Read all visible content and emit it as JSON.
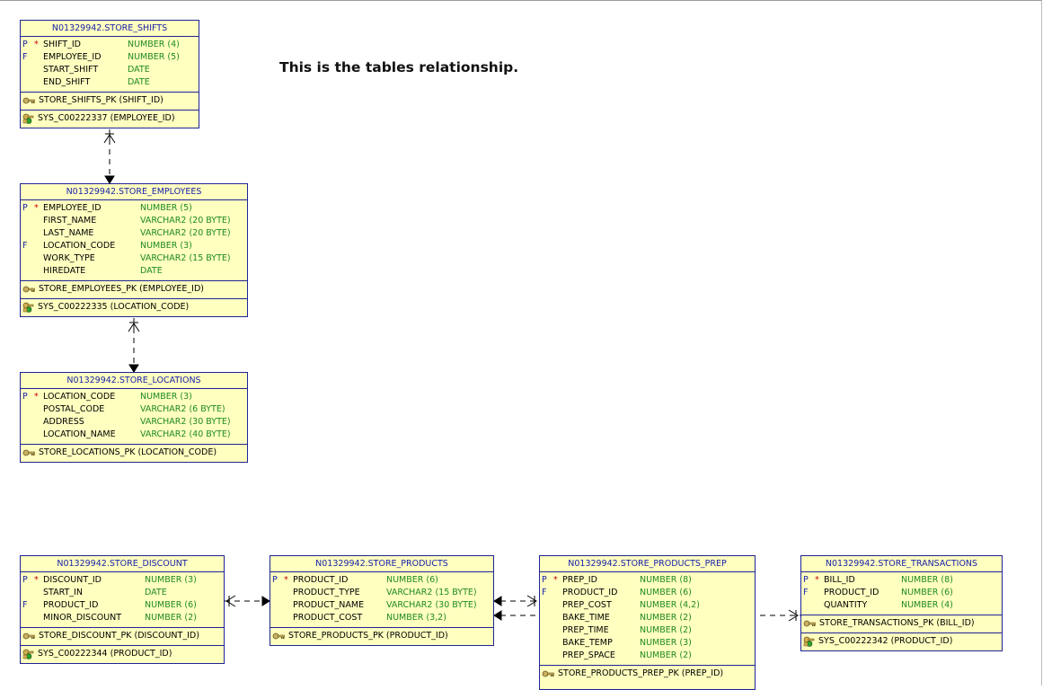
{
  "caption": "This is the tables relationship.",
  "colors": {
    "table_fill": "#ffffc0",
    "table_border": "#1e2496",
    "title_text": "#1a22aa",
    "type_text": "#1e8a1e",
    "mandatory_star": "#cc0000"
  },
  "icons": {
    "primary_key": "key-icon",
    "foreign_key": "foreign-key-icon"
  },
  "tables": {
    "store_shifts": {
      "title": "N01329942.STORE_SHIFTS",
      "columns": [
        {
          "key": "P",
          "star": "*",
          "name": "SHIFT_ID",
          "type": "NUMBER (4)"
        },
        {
          "key": "F",
          "star": "",
          "name": "EMPLOYEE_ID",
          "type": "NUMBER (5)"
        },
        {
          "key": "",
          "star": "",
          "name": "START_SHIFT",
          "type": "DATE"
        },
        {
          "key": "",
          "star": "",
          "name": "END_SHIFT",
          "type": "DATE"
        }
      ],
      "pk": "STORE_SHIFTS_PK (SHIFT_ID)",
      "fks": [
        "SYS_C00222337 (EMPLOYEE_ID)"
      ]
    },
    "store_employees": {
      "title": "N01329942.STORE_EMPLOYEES",
      "columns": [
        {
          "key": "P",
          "star": "*",
          "name": "EMPLOYEE_ID",
          "type": "NUMBER (5)"
        },
        {
          "key": "",
          "star": "",
          "name": "FIRST_NAME",
          "type": "VARCHAR2 (20 BYTE)"
        },
        {
          "key": "",
          "star": "",
          "name": "LAST_NAME",
          "type": "VARCHAR2 (20 BYTE)"
        },
        {
          "key": "F",
          "star": "",
          "name": "LOCATION_CODE",
          "type": "NUMBER (3)"
        },
        {
          "key": "",
          "star": "",
          "name": "WORK_TYPE",
          "type": "VARCHAR2 (15 BYTE)"
        },
        {
          "key": "",
          "star": "",
          "name": "HIREDATE",
          "type": "DATE"
        }
      ],
      "pk": "STORE_EMPLOYEES_PK (EMPLOYEE_ID)",
      "fks": [
        "SYS_C00222335 (LOCATION_CODE)"
      ]
    },
    "store_locations": {
      "title": "N01329942.STORE_LOCATIONS",
      "columns": [
        {
          "key": "P",
          "star": "*",
          "name": "LOCATION_CODE",
          "type": "NUMBER (3)"
        },
        {
          "key": "",
          "star": "",
          "name": "POSTAL_CODE",
          "type": "VARCHAR2 (6 BYTE)"
        },
        {
          "key": "",
          "star": "",
          "name": "ADDRESS",
          "type": "VARCHAR2 (30 BYTE)"
        },
        {
          "key": "",
          "star": "",
          "name": "LOCATION_NAME",
          "type": "VARCHAR2 (40 BYTE)"
        }
      ],
      "pk": "STORE_LOCATIONS_PK (LOCATION_CODE)",
      "fks": []
    },
    "store_discount": {
      "title": "N01329942.STORE_DISCOUNT",
      "columns": [
        {
          "key": "P",
          "star": "*",
          "name": "DISCOUNT_ID",
          "type": "NUMBER (3)"
        },
        {
          "key": "",
          "star": "",
          "name": "START_IN",
          "type": "DATE"
        },
        {
          "key": "F",
          "star": "",
          "name": "PRODUCT_ID",
          "type": "NUMBER (6)"
        },
        {
          "key": "",
          "star": "",
          "name": "MINOR_DISCOUNT",
          "type": "NUMBER (2)"
        }
      ],
      "pk": "STORE_DISCOUNT_PK (DISCOUNT_ID)",
      "fks": [
        "SYS_C00222344 (PRODUCT_ID)"
      ]
    },
    "store_products": {
      "title": "N01329942.STORE_PRODUCTS",
      "columns": [
        {
          "key": "P",
          "star": "*",
          "name": "PRODUCT_ID",
          "type": "NUMBER (6)"
        },
        {
          "key": "",
          "star": "",
          "name": "PRODUCT_TYPE",
          "type": "VARCHAR2 (15 BYTE)"
        },
        {
          "key": "",
          "star": "",
          "name": "PRODUCT_NAME",
          "type": "VARCHAR2 (30 BYTE)"
        },
        {
          "key": "",
          "star": "",
          "name": "PRODUCT_COST",
          "type": "NUMBER (3,2)"
        }
      ],
      "pk": "STORE_PRODUCTS_PK (PRODUCT_ID)",
      "fks": []
    },
    "store_products_prep": {
      "title": "N01329942.STORE_PRODUCTS_PREP",
      "columns": [
        {
          "key": "P",
          "star": "*",
          "name": "PREP_ID",
          "type": "NUMBER (8)"
        },
        {
          "key": "F",
          "star": "",
          "name": "PRODUCT_ID",
          "type": "NUMBER (6)"
        },
        {
          "key": "",
          "star": "",
          "name": "PREP_COST",
          "type": "NUMBER (4,2)"
        },
        {
          "key": "",
          "star": "",
          "name": "BAKE_TIME",
          "type": "NUMBER (2)"
        },
        {
          "key": "",
          "star": "",
          "name": "PREP_TIME",
          "type": "NUMBER (2)"
        },
        {
          "key": "",
          "star": "",
          "name": "BAKE_TEMP",
          "type": "NUMBER (3)"
        },
        {
          "key": "",
          "star": "",
          "name": "PREP_SPACE",
          "type": "NUMBER (2)"
        }
      ],
      "pk": "STORE_PRODUCTS_PREP_PK (PREP_ID)",
      "fks": []
    },
    "store_transactions": {
      "title": "N01329942.STORE_TRANSACTIONS",
      "columns": [
        {
          "key": "P",
          "star": "*",
          "name": "BILL_ID",
          "type": "NUMBER (8)"
        },
        {
          "key": "F",
          "star": "",
          "name": "PRODUCT_ID",
          "type": "NUMBER (6)"
        },
        {
          "key": "",
          "star": "",
          "name": "QUANTITY",
          "type": "NUMBER (4)"
        }
      ],
      "pk": "STORE_TRANSACTIONS_PK (BILL_ID)",
      "fks": [
        "SYS_C00222342 (PRODUCT_ID)"
      ]
    }
  }
}
